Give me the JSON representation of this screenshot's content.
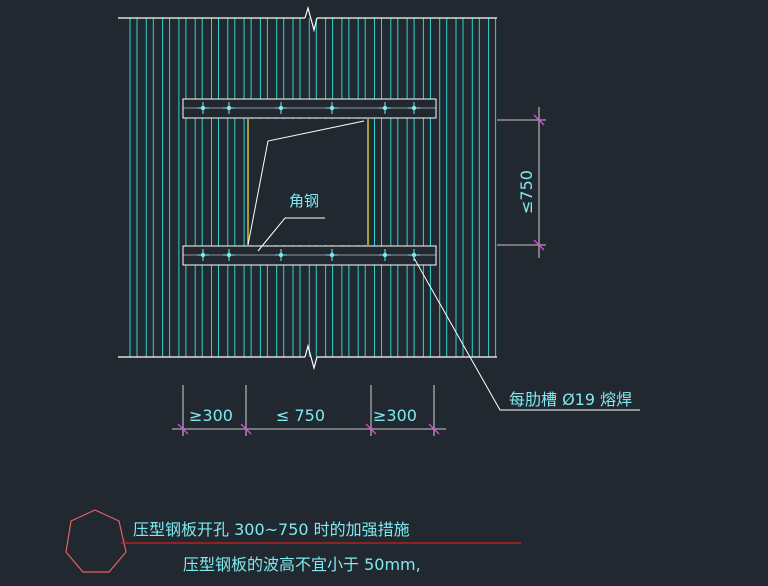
{
  "drawing": {
    "annotations": {
      "angle_steel": "角钢",
      "weld_note": "每肋槽 Ø19 熔焊"
    },
    "dimensions": {
      "vertical_opening": "≤750",
      "left_margin": "≥300",
      "opening_width": "≤ 750",
      "right_margin": "≥300"
    },
    "title_block": {
      "title": "压型钢板开孔 300~750 时的加强措施",
      "note": "压型钢板的波高不宜小于 50mm,"
    },
    "colors": {
      "background": "#212830",
      "deck_lines": "#33d1ce",
      "text": "#7fe9f0",
      "angle_steel": "#dfd23c",
      "dimension_ticks": "#e040e0",
      "leaders": "#ffffff",
      "title_rule": "#d02020",
      "hex_symbol": "#e86060"
    }
  }
}
